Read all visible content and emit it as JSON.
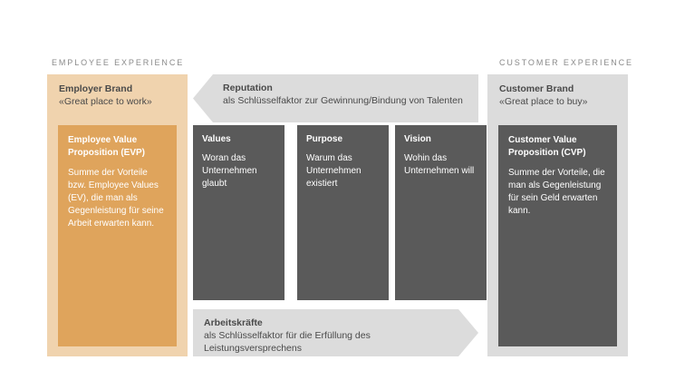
{
  "sections": {
    "employee": {
      "caption": "EMPLOYEE EXPERIENCE",
      "brand_title": "Employer Brand",
      "brand_subtitle": "«Great place to work»",
      "card_title": "Employee Value Proposition (EVP)",
      "card_body": "Summe der Vorteile bzw. Employee Values (EV), die man als Gegenleistung für seine Arbeit erwarten kann.",
      "panel_color": "#f0d3ae",
      "card_color": "#dfa45c"
    },
    "customer": {
      "caption": "CUSTOMER EXPERIENCE",
      "brand_title": "Customer Brand",
      "brand_subtitle": "«Great place to buy»",
      "card_title": "Customer Value Proposition (CVP)",
      "card_body": "Summe der Vorteile, die man als Gegenleistung für sein Geld erwarten kann.",
      "panel_color": "#dcdcdc",
      "card_color": "#5a5a5a"
    }
  },
  "banners": {
    "top": {
      "title": "Reputation",
      "body": "als Schlüsselfaktor zur Gewinnung/Bindung von Talenten",
      "color": "#dcdcdc",
      "arrow_direction": "left"
    },
    "bottom": {
      "title": "Arbeitskräfte",
      "body": "als Schlüsselfaktor für die Erfüllung des Leistungsversprechens",
      "color": "#dcdcdc",
      "arrow_direction": "right"
    }
  },
  "pillars": [
    {
      "title": "Values",
      "body": "Woran das Unternehmen glaubt",
      "color": "#5a5a5a"
    },
    {
      "title": "Purpose",
      "body": "Warum das Unternehmen existiert",
      "color": "#5a5a5a"
    },
    {
      "title": "Vision",
      "body": "Wohin das Unternehmen will",
      "color": "#5a5a5a"
    }
  ]
}
